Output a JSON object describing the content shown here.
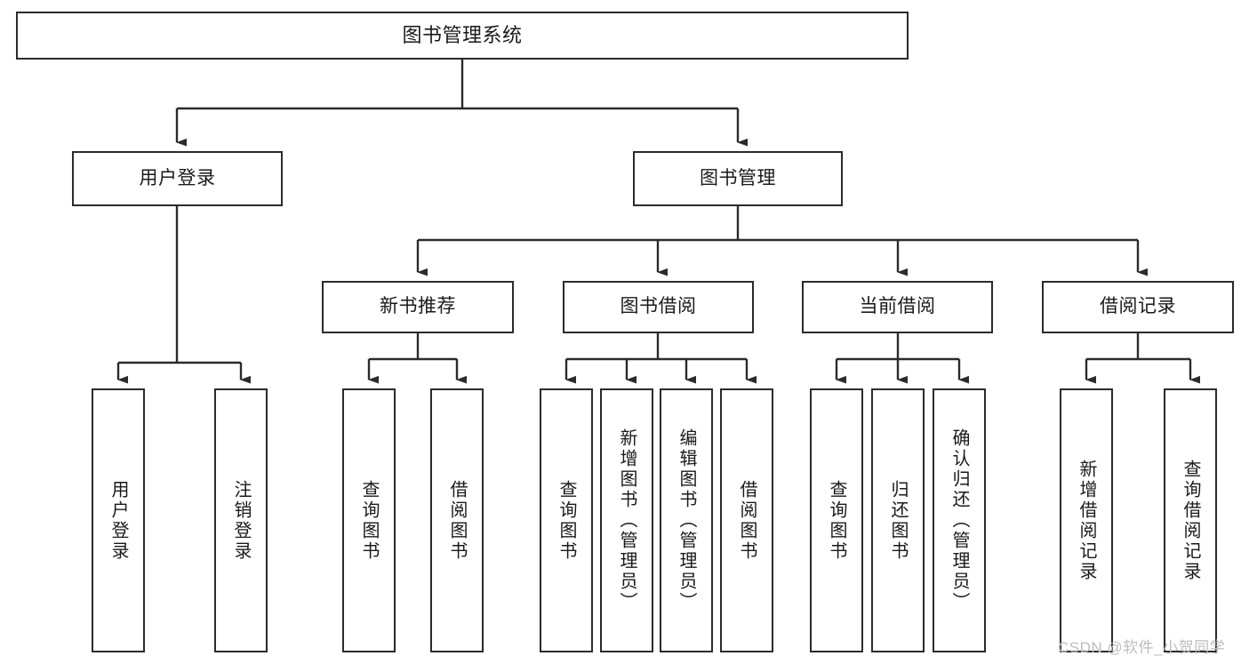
{
  "diagram": {
    "title": "图书管理系统",
    "type": "tree",
    "watermark": "CSDN @软件_小贺同学",
    "colors": {
      "border": "#2b2b2b",
      "edge": "#2b2b2b",
      "background": "#ffffff",
      "text": "#1a1a1a",
      "watermark": "#bdbdbd"
    },
    "levels": {
      "root": "图书管理系统",
      "level2": [
        "用户登录",
        "图书管理"
      ],
      "level3": [
        "新书推荐",
        "图书借阅",
        "当前借阅",
        "借阅记录"
      ]
    },
    "nodes": {
      "root": {
        "label": "图书管理系统"
      },
      "user_login": {
        "label": "用户登录"
      },
      "book_manage": {
        "label": "图书管理"
      },
      "new_book_rec": {
        "label": "新书推荐"
      },
      "book_borrow": {
        "label": "图书借阅"
      },
      "current_borrow": {
        "label": "当前借阅"
      },
      "borrow_record": {
        "label": "借阅记录"
      },
      "leaf_user_login": {
        "label": "用户登录"
      },
      "leaf_logout": {
        "label": "注销登录"
      },
      "leaf_query_book_1": {
        "label": "查询图书"
      },
      "leaf_borrow_book_1": {
        "label": "借阅图书"
      },
      "leaf_query_book_2": {
        "label": "查询图书"
      },
      "leaf_add_book_admin": {
        "label": "新增图书（管理员）"
      },
      "leaf_edit_book_admin": {
        "label": "编辑图书（管理员）"
      },
      "leaf_borrow_book_2": {
        "label": "借阅图书"
      },
      "leaf_query_book_3": {
        "label": "查询图书"
      },
      "leaf_return_book": {
        "label": "归还图书"
      },
      "leaf_confirm_return_admin": {
        "label": "确认归还（管理员）"
      },
      "leaf_add_record": {
        "label": "新增借阅记录"
      },
      "leaf_query_record": {
        "label": "查询借阅记录"
      }
    },
    "hierarchy": [
      {
        "label": "图书管理系统",
        "children": [
          {
            "label": "用户登录",
            "children": [
              {
                "label": "用户登录"
              },
              {
                "label": "注销登录"
              }
            ]
          },
          {
            "label": "图书管理",
            "children": [
              {
                "label": "新书推荐",
                "children": [
                  {
                    "label": "查询图书"
                  },
                  {
                    "label": "借阅图书"
                  }
                ]
              },
              {
                "label": "图书借阅",
                "children": [
                  {
                    "label": "查询图书"
                  },
                  {
                    "label": "新增图书（管理员）"
                  },
                  {
                    "label": "编辑图书（管理员）"
                  },
                  {
                    "label": "借阅图书"
                  }
                ]
              },
              {
                "label": "当前借阅",
                "children": [
                  {
                    "label": "查询图书"
                  },
                  {
                    "label": "归还图书"
                  },
                  {
                    "label": "确认归还（管理员）"
                  }
                ]
              },
              {
                "label": "借阅记录",
                "children": [
                  {
                    "label": "新增借阅记录"
                  },
                  {
                    "label": "查询借阅记录"
                  }
                ]
              }
            ]
          }
        ]
      }
    ]
  }
}
